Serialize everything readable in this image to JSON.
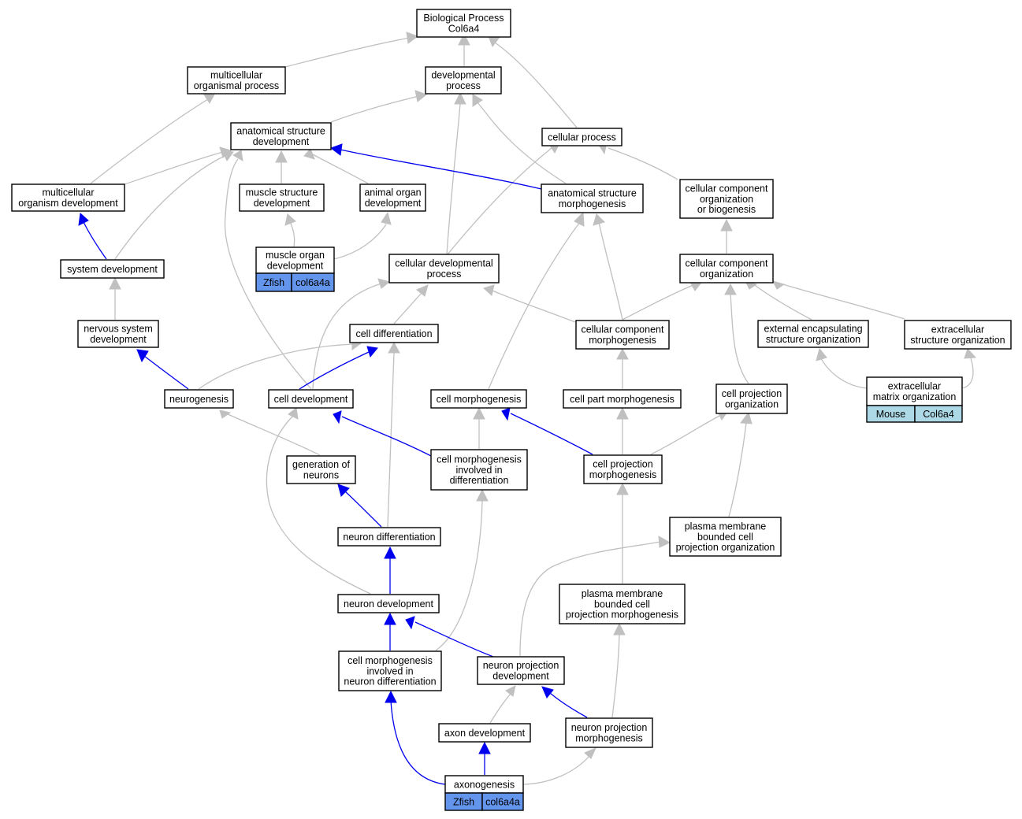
{
  "colors": {
    "isa_edge": "#c0c0c0",
    "partof_edge": "#0000ee",
    "zfish_cell": "#6495ed",
    "mouse_cell": "#add8e6"
  },
  "nodes": {
    "bp": [
      "Biological Process",
      "Col6a4"
    ],
    "mop": [
      "multicellular",
      "organismal process"
    ],
    "devp": [
      "developmental",
      "process"
    ],
    "asd": [
      "anatomical structure",
      "development"
    ],
    "cp": [
      "cellular process"
    ],
    "mod": [
      "multicellular",
      "organism development"
    ],
    "msd": [
      "muscle structure",
      "development"
    ],
    "aod": [
      "animal organ",
      "development"
    ],
    "asm": [
      "anatomical structure",
      "morphogenesis"
    ],
    "ccob": [
      "cellular component",
      "organization",
      "or biogenesis"
    ],
    "sysd": [
      "system development"
    ],
    "mood": [
      "muscle organ",
      "development"
    ],
    "cdp": [
      "cellular developmental",
      "process"
    ],
    "cco": [
      "cellular component",
      "organization"
    ],
    "nsd": [
      "nervous system",
      "development"
    ],
    "celld": [
      "cell differentiation"
    ],
    "ccm": [
      "cellular component",
      "morphogenesis"
    ],
    "eso": [
      "external encapsulating",
      "structure organization"
    ],
    "eso2": [
      "extracellular",
      "structure organization"
    ],
    "neurog": [
      "neurogenesis"
    ],
    "celldev": [
      "cell development"
    ],
    "cellmorph": [
      "cell morphogenesis"
    ],
    "cpm": [
      "cell part morphogenesis"
    ],
    "cpo": [
      "cell projection",
      "organization"
    ],
    "emo": [
      "extracellular",
      "matrix organization"
    ],
    "gon": [
      "generation of",
      "neurons"
    ],
    "cmid": [
      "cell morphogenesis",
      "involved in",
      "differentiation"
    ],
    "cprojm": [
      "cell projection",
      "morphogenesis"
    ],
    "pmbcpo": [
      "plasma membrane",
      "bounded cell",
      "projection organization"
    ],
    "neurd": [
      "neuron differentiation"
    ],
    "pmbcpm": [
      "plasma membrane",
      "bounded cell",
      "projection morphogenesis"
    ],
    "neurdev": [
      "neuron development"
    ],
    "cmind": [
      "cell morphogenesis",
      "involved in",
      "neuron differentiation"
    ],
    "npd": [
      "neuron projection",
      "development"
    ],
    "axd": [
      "axon development"
    ],
    "npm": [
      "neuron projection",
      "morphogenesis"
    ],
    "axg": [
      "axonogenesis"
    ]
  },
  "annotations": {
    "mood": [
      "Zfish",
      "col6a4a"
    ],
    "emo": [
      "Mouse",
      "Col6a4"
    ],
    "axg": [
      "Zfish",
      "col6a4a"
    ]
  }
}
